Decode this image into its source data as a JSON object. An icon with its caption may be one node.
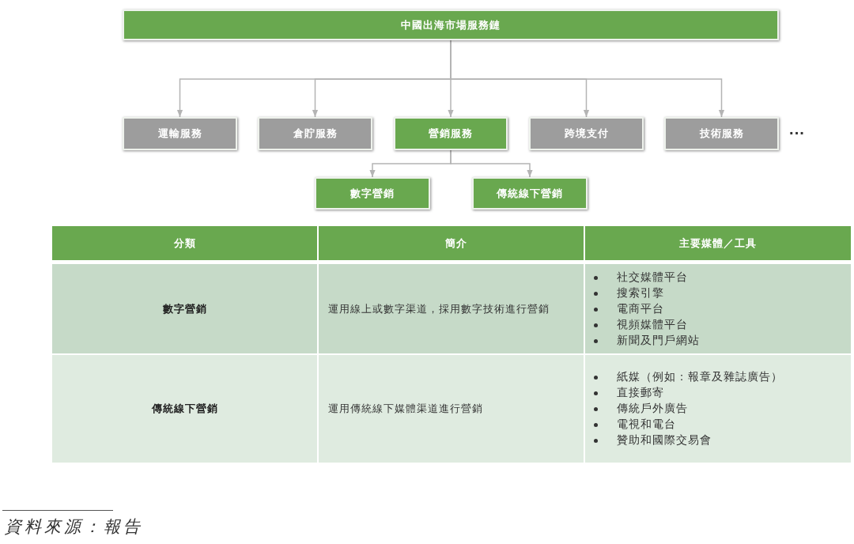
{
  "diagram": {
    "nodes": [
      {
        "text": [
          "中國出海市場服務鏈"
        ]
      },
      {
        "text": [
          "運輸服務"
        ]
      },
      {
        "text": [
          "倉貯服務"
        ]
      },
      {
        "text": [
          "營銷服務"
        ]
      },
      {
        "text": [
          "跨境支付"
        ]
      },
      {
        "text": [
          "技術服務"
        ]
      },
      {
        "text": [
          "數字營銷"
        ]
      },
      {
        "text": [
          "傳統線下營銷"
        ]
      }
    ],
    "edges": [
      {
        "from": 0,
        "to": 1,
        "arrow": "to"
      },
      {
        "from": 0,
        "to": 2,
        "arrow": "to"
      },
      {
        "from": 0,
        "to": 3,
        "arrow": "to"
      },
      {
        "from": 0,
        "to": 4,
        "arrow": "to"
      },
      {
        "from": 0,
        "to": 5,
        "arrow": "to"
      },
      {
        "from": 3,
        "to": 6,
        "arrow": "to"
      },
      {
        "from": 3,
        "to": 7,
        "arrow": "to"
      }
    ],
    "labels": [
      "···",
      "分類",
      "簡介",
      "主要媒體／工具",
      "數字營銷",
      "運用線上或數字渠道，採用數字技術進行營銷",
      "社交媒體平台",
      "搜索引擎",
      "電商平台",
      "視頻媒體平台",
      "新聞及門戶網站",
      "傳統線下營銷",
      "運用傳統線下媒體渠道進行營銷",
      "紙媒（例如：報章及雜誌廣告）",
      "直接郵寄",
      "傳統戶外廣告",
      "電視和電台",
      "贊助和國際交易會",
      "資料來源：報告"
    ]
  }
}
